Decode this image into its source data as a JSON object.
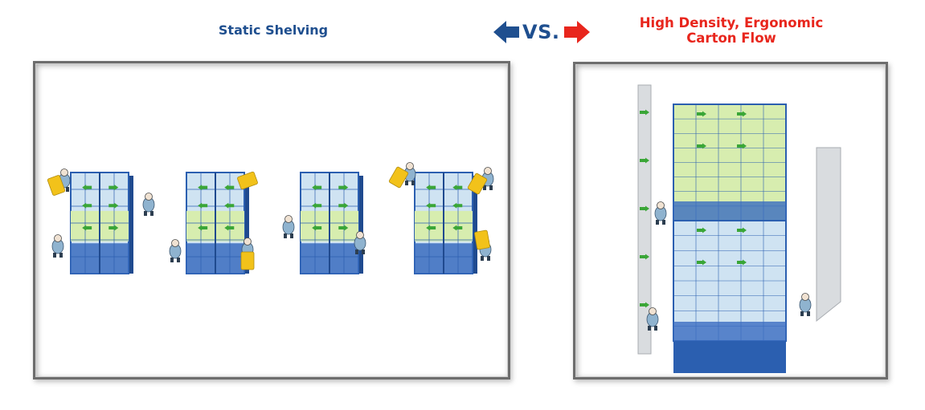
{
  "left": {
    "title": "Static Shelving"
  },
  "vs": {
    "label": "VS.",
    "left_arrow_color": "#1f4f8f",
    "right_arrow_color": "#e8261d"
  },
  "right": {
    "title_line1": "High Density, Ergonomic",
    "title_line2": "Carton Flow"
  },
  "colors": {
    "rack_blue": "#2b5fb0",
    "bin_blue": "#cfe3f2",
    "carton_green": "#d7edaf",
    "arrow_green": "#3aa637",
    "conveyor_gray": "#d9dcdf",
    "cart_yellow": "#f2c21a"
  }
}
